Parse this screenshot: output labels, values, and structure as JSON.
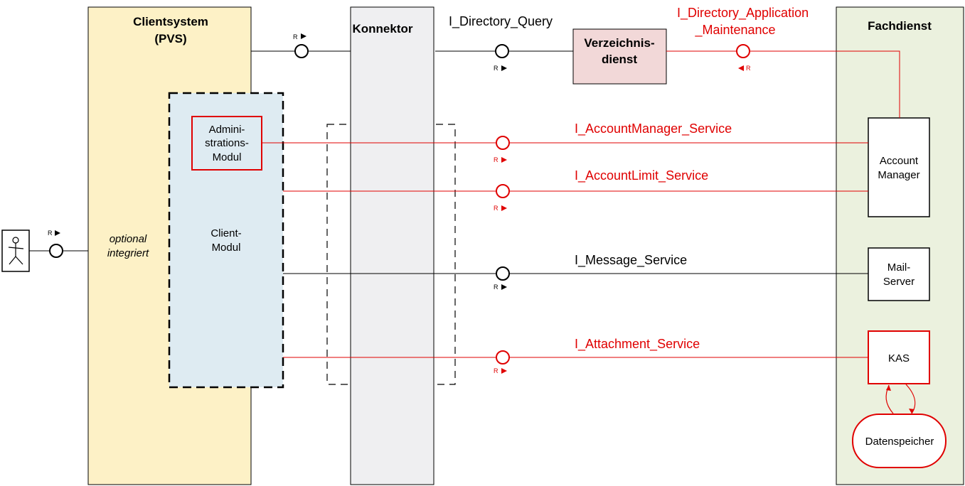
{
  "colors": {
    "client_fill": "#fdf1c6",
    "konnektor_fill": "#efeff1",
    "verzeichnis_fill": "#f2d8d8",
    "fachdienst_fill": "#ebf1de",
    "clientmodul_fill": "#deebf2",
    "red": "#e00000",
    "black": "#000000"
  },
  "clientsystem": {
    "line1": "Clientsystem",
    "line2": "(PVS)",
    "note_line1": "optional",
    "note_line2": "integriert"
  },
  "konnektor": {
    "title": "Konnektor"
  },
  "verzeichnisdienst": {
    "line1": "Verzeichnis-",
    "line2": "dienst"
  },
  "fachdienst": {
    "title": "Fachdienst"
  },
  "admin_modul": {
    "line1": "Admini-",
    "line2": "strations-",
    "line3": "Modul"
  },
  "client_modul": {
    "line1": "Client-",
    "line2": "Modul"
  },
  "account_manager": {
    "line1": "Account",
    "line2": "Manager"
  },
  "mail_server": {
    "line1": "Mail-",
    "line2": "Server"
  },
  "kas": {
    "label": "KAS"
  },
  "datenspeicher": {
    "label": "Datenspeicher"
  },
  "interfaces": {
    "directory_query": "I_Directory_Query",
    "directory_maintenance_line1": "I_Directory_Application",
    "directory_maintenance_line2": "_Maintenance",
    "account_manager_service": "I_AccountManager_Service",
    "account_limit_service": "I_AccountLimit_Service",
    "message_service": "I_Message_Service",
    "attachment_service": "I_Attachment_Service"
  },
  "role_marker": "R",
  "actor_icon": "stick-figure-icon"
}
